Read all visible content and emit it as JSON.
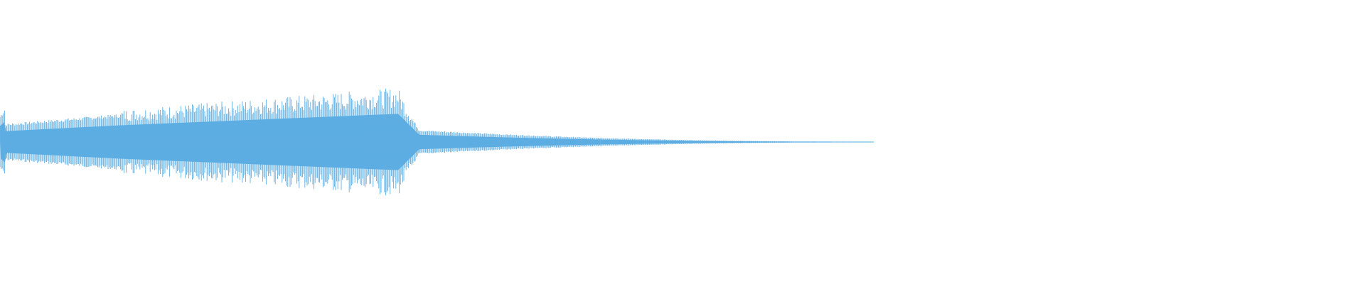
{
  "waveform": {
    "color": "#5dade2",
    "background": "#ffffff",
    "samples_drawn_fraction": 0.64,
    "envelope": {
      "attack_peak": 0.72,
      "decay_tail": 0.0
    }
  }
}
